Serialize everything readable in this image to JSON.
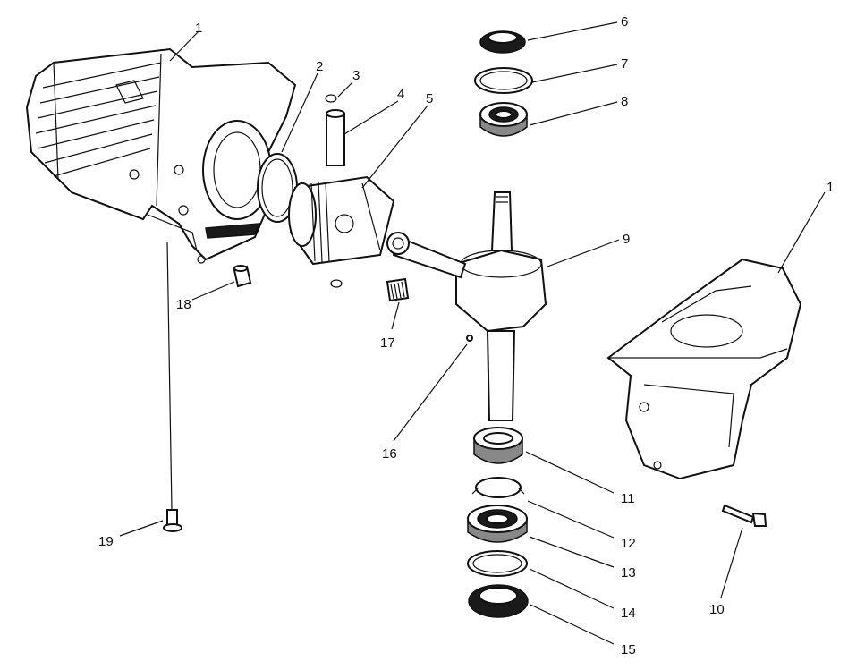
{
  "callouts": [
    {
      "id": "c1a",
      "label": "1"
    },
    {
      "id": "c2",
      "label": "2"
    },
    {
      "id": "c3",
      "label": "3"
    },
    {
      "id": "c4",
      "label": "4"
    },
    {
      "id": "c5",
      "label": "5"
    },
    {
      "id": "c6",
      "label": "6"
    },
    {
      "id": "c7",
      "label": "7"
    },
    {
      "id": "c8",
      "label": "8"
    },
    {
      "id": "c9",
      "label": "9"
    },
    {
      "id": "c1b",
      "label": "1"
    },
    {
      "id": "c18",
      "label": "18"
    },
    {
      "id": "c17",
      "label": "17"
    },
    {
      "id": "c16",
      "label": "16"
    },
    {
      "id": "c11",
      "label": "11"
    },
    {
      "id": "c12",
      "label": "12"
    },
    {
      "id": "c13",
      "label": "13"
    },
    {
      "id": "c14",
      "label": "14"
    },
    {
      "id": "c15",
      "label": "15"
    },
    {
      "id": "c19",
      "label": "19"
    },
    {
      "id": "c10",
      "label": "10"
    }
  ]
}
